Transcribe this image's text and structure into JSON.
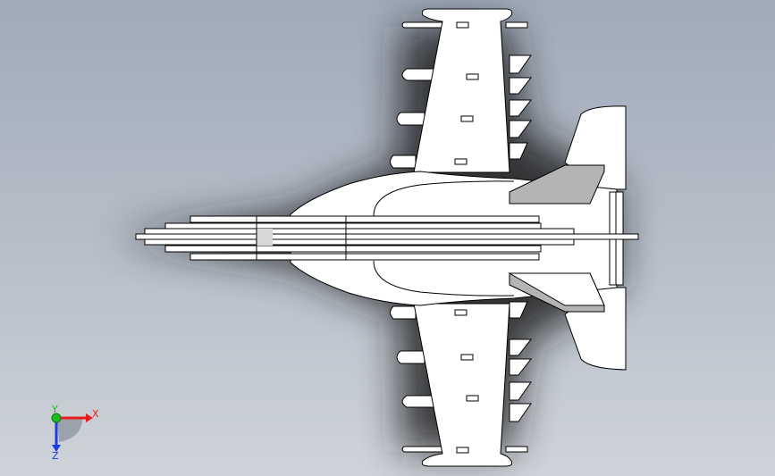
{
  "scene": {
    "view_background_top": "#a0aab9",
    "view_background_bottom": "#cfd3d9",
    "shadow_color": "#1a1a1a",
    "model_fill": "#ffffff",
    "model_edge": "#000000",
    "stabilizer_fill": "#b4b4b4"
  },
  "triad": {
    "x_label": "X",
    "y_label": "Y",
    "z_label": "Z",
    "x_color": "#e81c1c",
    "y_color": "#1fb61f",
    "z_color": "#1f3ce0"
  }
}
